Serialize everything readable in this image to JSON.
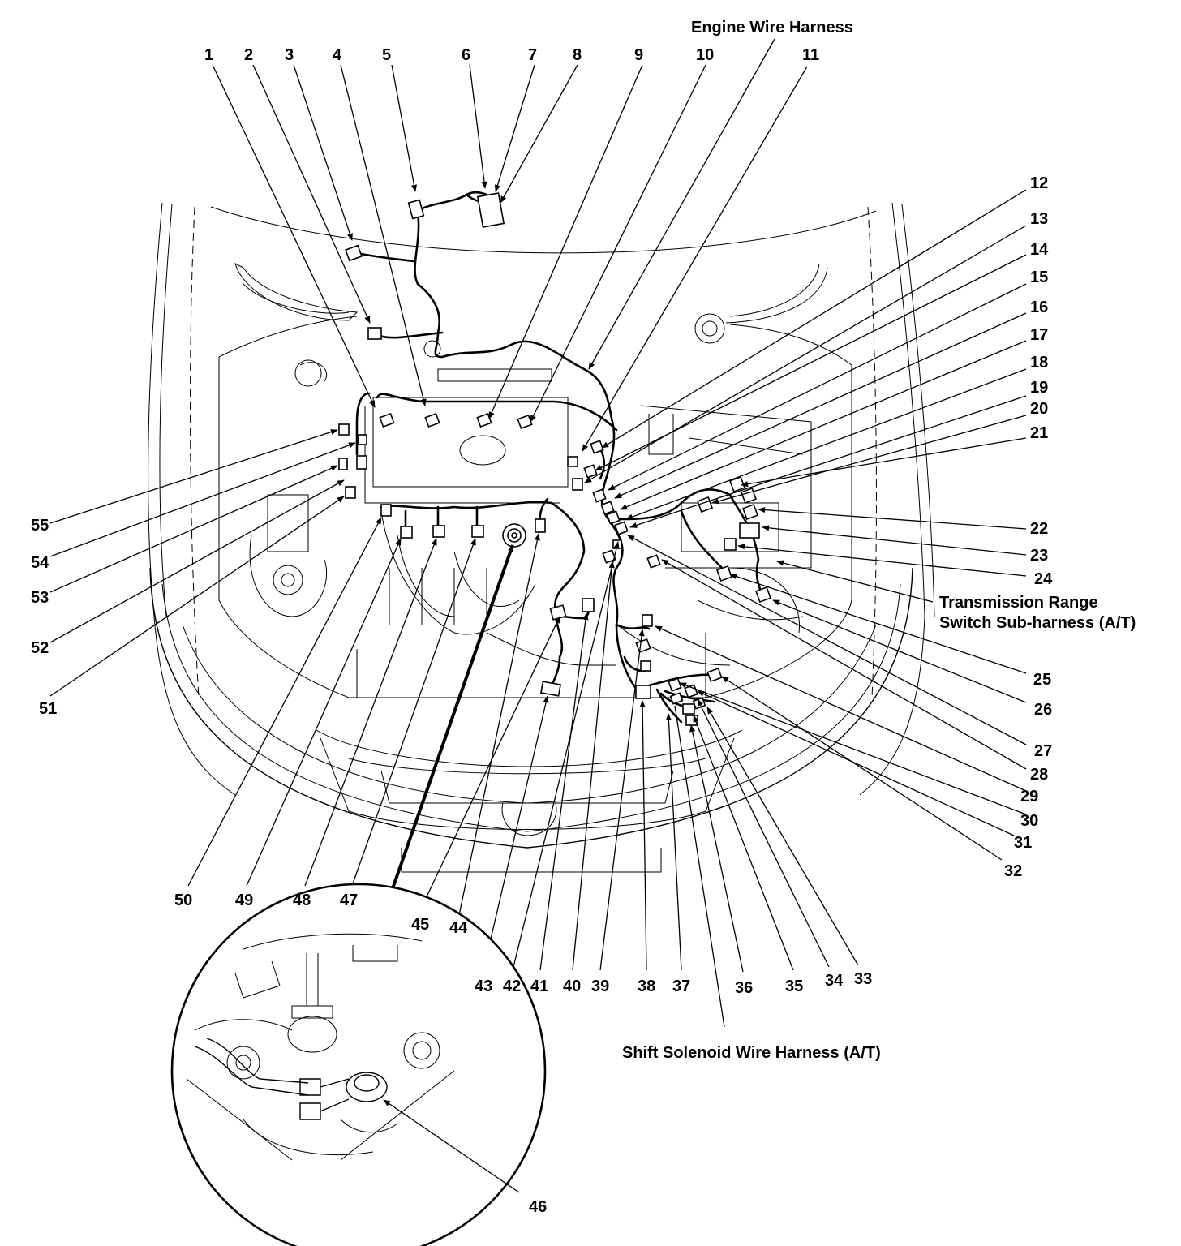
{
  "captions": {
    "engine_harness": "Engine Wire Harness",
    "trs_line1": "Transmission Range",
    "trs_line2": "Switch Sub-harness (A/T)",
    "shift_solenoid": "Shift Solenoid Wire Harness (A/T)"
  },
  "callouts": [
    "1",
    "2",
    "3",
    "4",
    "5",
    "6",
    "7",
    "8",
    "9",
    "10",
    "11",
    "12",
    "13",
    "14",
    "15",
    "16",
    "17",
    "18",
    "19",
    "20",
    "21",
    "22",
    "23",
    "24",
    "25",
    "26",
    "27",
    "28",
    "29",
    "30",
    "31",
    "32",
    "33",
    "34",
    "35",
    "36",
    "37",
    "38",
    "39",
    "40",
    "41",
    "42",
    "43",
    "44",
    "45",
    "46",
    "47",
    "48",
    "49",
    "50",
    "51",
    "52",
    "53",
    "54",
    "55"
  ]
}
